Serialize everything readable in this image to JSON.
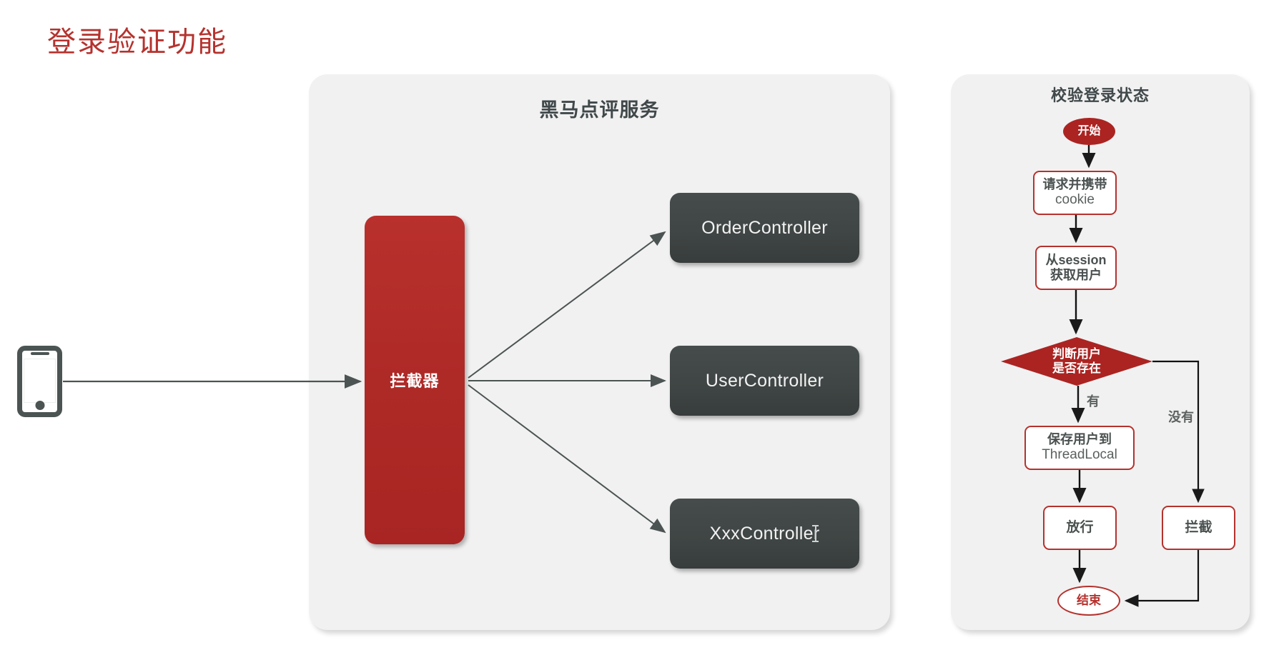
{
  "page": {
    "title": "登录验证功能",
    "title_color": "#b5322e",
    "background": "#ffffff"
  },
  "colors": {
    "panel_bg": "#f1f1f1",
    "accent_red": "#ab2422",
    "border_red": "#b5322e",
    "controller_dark": "#3f4544",
    "text_dark": "#4a5150",
    "arrow": "#4b5453"
  },
  "client": {
    "icon": "smartphone-icon"
  },
  "service_panel": {
    "title": "黑马点评服务",
    "interceptor": {
      "label": "拦截器"
    },
    "controllers": [
      {
        "label": "OrderController"
      },
      {
        "label": "UserController"
      },
      {
        "label": "XxxController"
      }
    ]
  },
  "flow_panel": {
    "title": "校验登录状态",
    "nodes": [
      {
        "id": "start",
        "type": "terminator",
        "line1": "开始",
        "line2": ""
      },
      {
        "id": "request",
        "type": "process",
        "line1": "请求并携带",
        "line2": "cookie"
      },
      {
        "id": "session",
        "type": "process",
        "line1": "从session",
        "line2": "获取用户"
      },
      {
        "id": "decision",
        "type": "decision",
        "line1": "判断用户",
        "line2": "是否存在"
      },
      {
        "id": "threadlocal",
        "type": "process",
        "line1": "保存用户到",
        "line2": "ThreadLocal"
      },
      {
        "id": "pass",
        "type": "process",
        "line1": "放行",
        "line2": ""
      },
      {
        "id": "block",
        "type": "process",
        "line1": "拦截",
        "line2": ""
      },
      {
        "id": "end",
        "type": "terminator",
        "line1": "结束",
        "line2": ""
      }
    ],
    "edge_labels": {
      "yes": "有",
      "no": "没有"
    }
  }
}
